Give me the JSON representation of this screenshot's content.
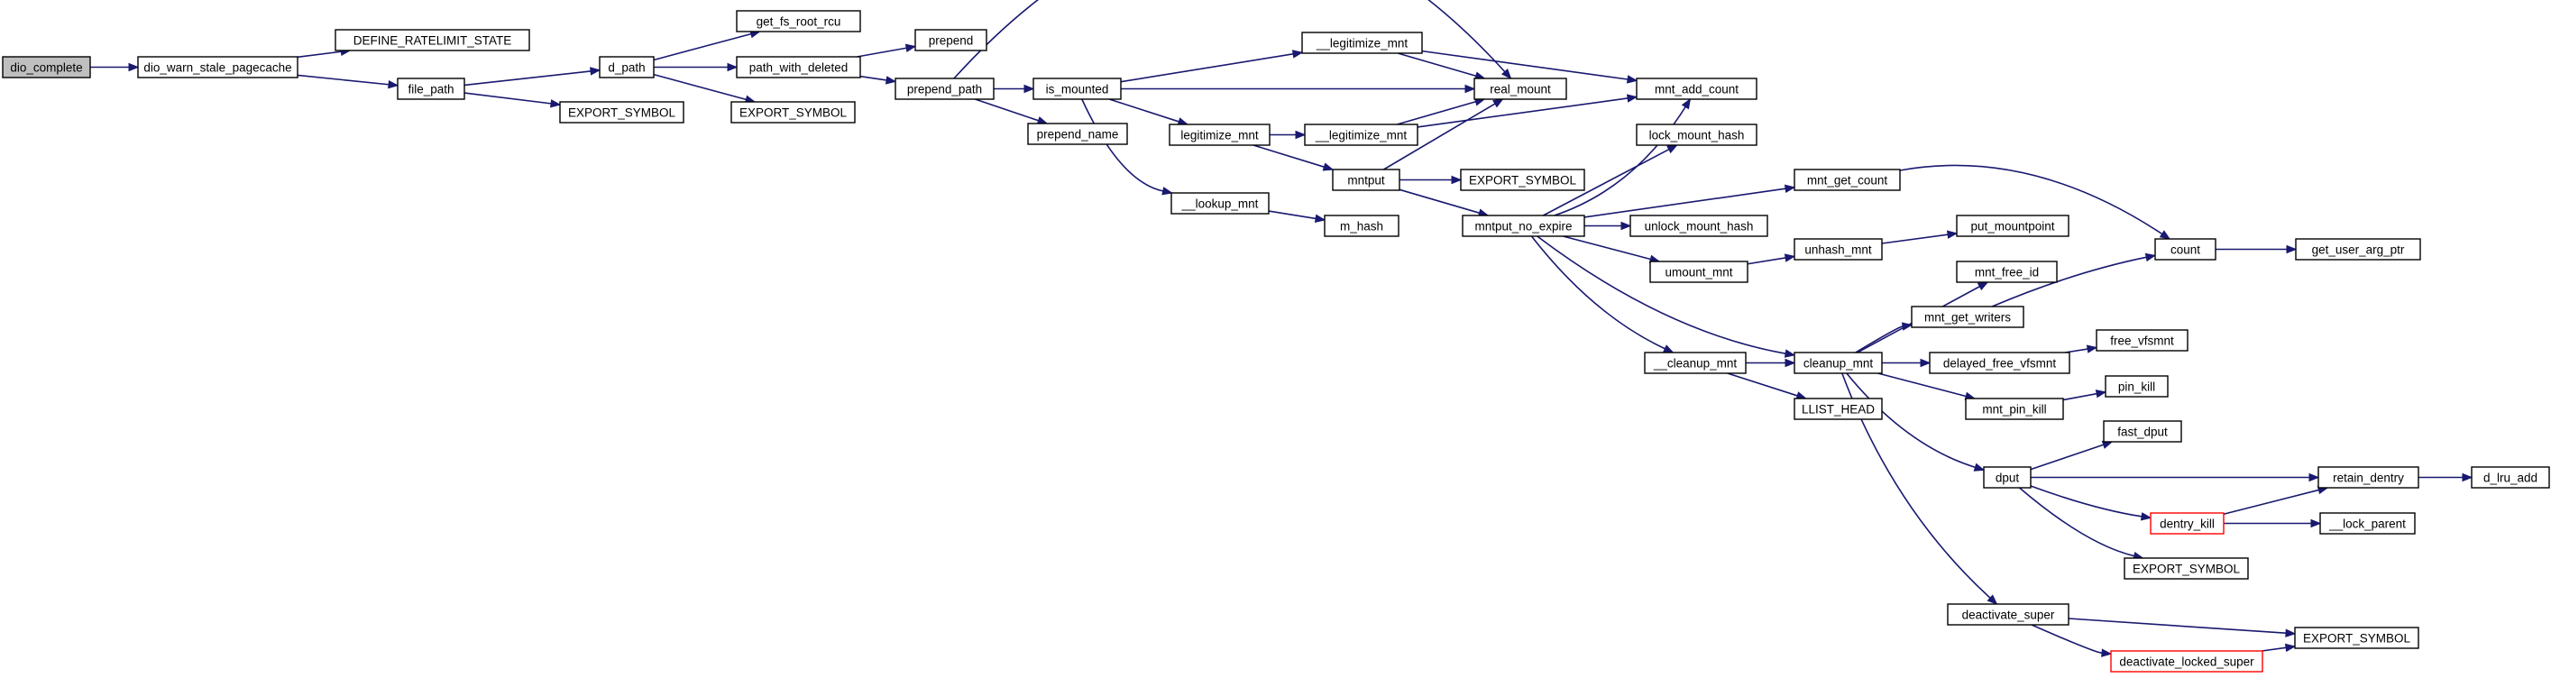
{
  "graph": {
    "title": "dio_complete call graph",
    "colors": {
      "edge": "#191970",
      "node_border": "#000000",
      "root_fill": "#bfbfbf",
      "highlight_border": "#ff0000"
    },
    "nodes": [
      {
        "id": "dio_complete",
        "label": "dio_complete",
        "style": "root"
      },
      {
        "id": "dio_warn_stale_pagecache",
        "label": "dio_warn_stale_pagecache"
      },
      {
        "id": "define_ratelimit_state",
        "label": "DEFINE_RATELIMIT_STATE"
      },
      {
        "id": "file_path",
        "label": "file_path"
      },
      {
        "id": "d_path",
        "label": "d_path"
      },
      {
        "id": "export_symbol_1",
        "label": "EXPORT_SYMBOL"
      },
      {
        "id": "get_fs_root_rcu",
        "label": "get_fs_root_rcu"
      },
      {
        "id": "path_with_deleted",
        "label": "path_with_deleted"
      },
      {
        "id": "export_symbol_2",
        "label": "EXPORT_SYMBOL"
      },
      {
        "id": "prepend",
        "label": "prepend"
      },
      {
        "id": "prepend_path",
        "label": "prepend_path"
      },
      {
        "id": "is_mounted",
        "label": "is_mounted"
      },
      {
        "id": "prepend_name",
        "label": "prepend_name"
      },
      {
        "id": "legitimize_mnt_inner_1",
        "label": "__legitimize_mnt"
      },
      {
        "id": "real_mount",
        "label": "real_mount"
      },
      {
        "id": "mnt_add_count",
        "label": "mnt_add_count"
      },
      {
        "id": "legitimize_mnt",
        "label": "legitimize_mnt"
      },
      {
        "id": "legitimize_mnt_inner_2",
        "label": "__legitimize_mnt"
      },
      {
        "id": "lookup_mnt",
        "label": "__lookup_mnt"
      },
      {
        "id": "m_hash",
        "label": "m_hash"
      },
      {
        "id": "mntput",
        "label": "mntput"
      },
      {
        "id": "export_symbol_3",
        "label": "EXPORT_SYMBOL"
      },
      {
        "id": "lock_mount_hash",
        "label": "lock_mount_hash"
      },
      {
        "id": "mntput_no_expire",
        "label": "mntput_no_expire"
      },
      {
        "id": "mnt_get_count",
        "label": "mnt_get_count"
      },
      {
        "id": "unlock_mount_hash",
        "label": "unlock_mount_hash"
      },
      {
        "id": "umount_mnt",
        "label": "umount_mnt"
      },
      {
        "id": "unhash_mnt",
        "label": "unhash_mnt"
      },
      {
        "id": "put_mountpoint",
        "label": "put_mountpoint"
      },
      {
        "id": "count",
        "label": "count"
      },
      {
        "id": "get_user_arg_ptr",
        "label": "get_user_arg_ptr"
      },
      {
        "id": "mnt_free_id",
        "label": "mnt_free_id"
      },
      {
        "id": "mnt_get_writers",
        "label": "mnt_get_writers"
      },
      {
        "id": "cleanup_mnt_inner",
        "label": "__cleanup_mnt"
      },
      {
        "id": "cleanup_mnt",
        "label": "cleanup_mnt"
      },
      {
        "id": "delayed_free_vfsmnt",
        "label": "delayed_free_vfsmnt"
      },
      {
        "id": "free_vfsmnt",
        "label": "free_vfsmnt"
      },
      {
        "id": "llist_head",
        "label": "LLIST_HEAD"
      },
      {
        "id": "mnt_pin_kill",
        "label": "mnt_pin_kill"
      },
      {
        "id": "pin_kill",
        "label": "pin_kill"
      },
      {
        "id": "fast_dput",
        "label": "fast_dput"
      },
      {
        "id": "dput",
        "label": "dput"
      },
      {
        "id": "retain_dentry",
        "label": "retain_dentry"
      },
      {
        "id": "d_lru_add",
        "label": "d_lru_add"
      },
      {
        "id": "dentry_kill",
        "label": "dentry_kill",
        "style": "red"
      },
      {
        "id": "lock_parent",
        "label": "__lock_parent"
      },
      {
        "id": "export_symbol_4",
        "label": "EXPORT_SYMBOL"
      },
      {
        "id": "deactivate_super",
        "label": "deactivate_super"
      },
      {
        "id": "export_symbol_5",
        "label": "EXPORT_SYMBOL"
      },
      {
        "id": "deactivate_locked_super",
        "label": "deactivate_locked_super",
        "style": "red"
      }
    ],
    "edges": [
      [
        "dio_complete",
        "dio_warn_stale_pagecache"
      ],
      [
        "dio_warn_stale_pagecache",
        "define_ratelimit_state"
      ],
      [
        "dio_warn_stale_pagecache",
        "file_path"
      ],
      [
        "file_path",
        "d_path"
      ],
      [
        "file_path",
        "export_symbol_1"
      ],
      [
        "d_path",
        "get_fs_root_rcu"
      ],
      [
        "d_path",
        "path_with_deleted"
      ],
      [
        "d_path",
        "export_symbol_2"
      ],
      [
        "path_with_deleted",
        "prepend"
      ],
      [
        "path_with_deleted",
        "prepend_path"
      ],
      [
        "prepend_path",
        "real_mount"
      ],
      [
        "prepend_path",
        "is_mounted"
      ],
      [
        "prepend_path",
        "prepend_name"
      ],
      [
        "is_mounted",
        "legitimize_mnt_inner_1"
      ],
      [
        "is_mounted",
        "real_mount"
      ],
      [
        "is_mounted",
        "legitimize_mnt"
      ],
      [
        "is_mounted",
        "lookup_mnt"
      ],
      [
        "legitimize_mnt_inner_1",
        "real_mount"
      ],
      [
        "legitimize_mnt_inner_1",
        "mnt_add_count"
      ],
      [
        "legitimize_mnt",
        "legitimize_mnt_inner_2"
      ],
      [
        "legitimize_mnt",
        "mntput"
      ],
      [
        "legitimize_mnt_inner_2",
        "real_mount"
      ],
      [
        "legitimize_mnt_inner_2",
        "mnt_add_count"
      ],
      [
        "lookup_mnt",
        "m_hash"
      ],
      [
        "mntput",
        "real_mount"
      ],
      [
        "mntput",
        "export_symbol_3"
      ],
      [
        "mntput",
        "mntput_no_expire"
      ],
      [
        "mntput_no_expire",
        "mnt_add_count"
      ],
      [
        "mntput_no_expire",
        "lock_mount_hash"
      ],
      [
        "mntput_no_expire",
        "mnt_get_count"
      ],
      [
        "mntput_no_expire",
        "unlock_mount_hash"
      ],
      [
        "mntput_no_expire",
        "umount_mnt"
      ],
      [
        "mntput_no_expire",
        "cleanup_mnt"
      ],
      [
        "mntput_no_expire",
        "cleanup_mnt_inner"
      ],
      [
        "mnt_get_count",
        "count"
      ],
      [
        "umount_mnt",
        "unhash_mnt"
      ],
      [
        "unhash_mnt",
        "put_mountpoint"
      ],
      [
        "count",
        "get_user_arg_ptr"
      ],
      [
        "cleanup_mnt_inner",
        "cleanup_mnt"
      ],
      [
        "cleanup_mnt_inner",
        "llist_head"
      ],
      [
        "cleanup_mnt",
        "mnt_free_id"
      ],
      [
        "cleanup_mnt",
        "mnt_get_writers"
      ],
      [
        "cleanup_mnt",
        "delayed_free_vfsmnt"
      ],
      [
        "cleanup_mnt",
        "mnt_pin_kill"
      ],
      [
        "cleanup_mnt",
        "dput"
      ],
      [
        "cleanup_mnt",
        "deactivate_super"
      ],
      [
        "mnt_get_writers",
        "count"
      ],
      [
        "delayed_free_vfsmnt",
        "free_vfsmnt"
      ],
      [
        "mnt_pin_kill",
        "pin_kill"
      ],
      [
        "dput",
        "fast_dput"
      ],
      [
        "dput",
        "retain_dentry"
      ],
      [
        "dput",
        "dentry_kill"
      ],
      [
        "dput",
        "export_symbol_4"
      ],
      [
        "retain_dentry",
        "d_lru_add"
      ],
      [
        "dentry_kill",
        "retain_dentry"
      ],
      [
        "dentry_kill",
        "lock_parent"
      ],
      [
        "deactivate_super",
        "export_symbol_5"
      ],
      [
        "deactivate_super",
        "deactivate_locked_super"
      ],
      [
        "deactivate_locked_super",
        "export_symbol_5"
      ]
    ]
  }
}
